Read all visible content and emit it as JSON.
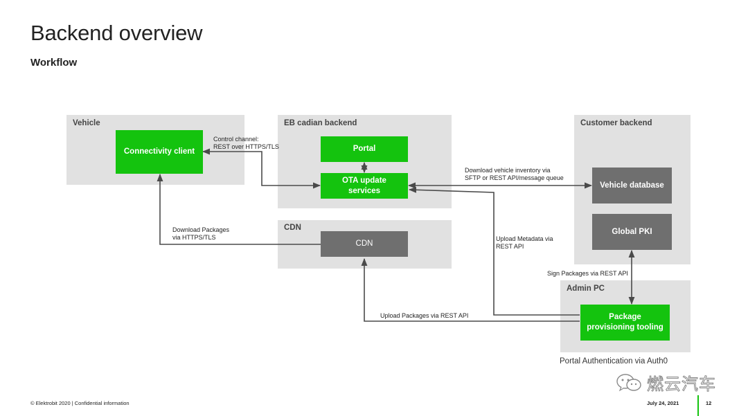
{
  "slide": {
    "title": "Backend overview",
    "subtitle": "Workflow"
  },
  "regions": {
    "vehicle": "Vehicle",
    "eb_backend": "EB cadian backend",
    "cdn": "CDN",
    "customer_backend": "Customer backend",
    "admin_pc": "Admin PC"
  },
  "nodes": {
    "connectivity_client": "Connectivity client",
    "portal": "Portal",
    "ota_update_services": "OTA update services",
    "cdn": "CDN",
    "vehicle_database": "Vehicle database",
    "global_pki": "Global PKI",
    "package_provisioning_tooling": "Package provisioning tooling"
  },
  "edges": {
    "control_channel_1": "Control channel:",
    "control_channel_2": "REST over HTTPS/TLS",
    "download_inventory_1": "Download vehicle inventory via",
    "download_inventory_2": "SFTP or REST API/message queue",
    "download_packages_1": "Download Packages",
    "download_packages_2": "via HTTPS/TLS",
    "upload_metadata_1": "Upload Metadata via",
    "upload_metadata_2": "REST API",
    "sign_packages": "Sign Packages via REST API",
    "upload_packages": "Upload Packages via REST API"
  },
  "notes": {
    "portal_auth": "Portal Authentication via Auth0"
  },
  "footer": {
    "copyright": "© Elektrobit 2020 | Confidential information",
    "date": "July 24, 2021",
    "page": "12"
  },
  "watermark": {
    "text": "燃云汽车",
    "icon": "wechat-icon"
  },
  "colors": {
    "green": "#14c30e",
    "gray_node": "#6f6f6f",
    "region_bg": "#e1e1e1",
    "arrow": "#4a4a4a"
  }
}
